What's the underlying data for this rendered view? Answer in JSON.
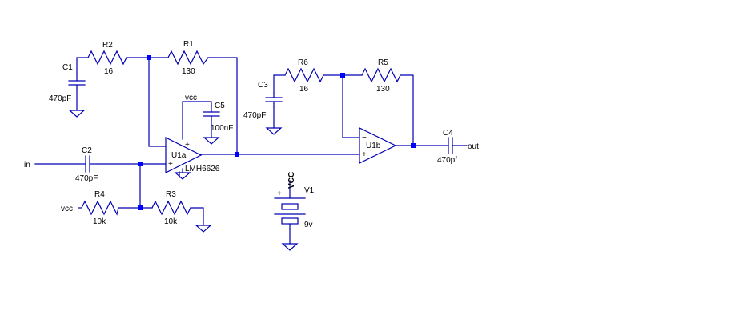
{
  "schematic": {
    "components": {
      "R1": {
        "ref": "R1",
        "value": "130"
      },
      "R2": {
        "ref": "R2",
        "value": "16"
      },
      "R3": {
        "ref": "R3",
        "value": "10k"
      },
      "R4": {
        "ref": "R4",
        "value": "10k"
      },
      "R5": {
        "ref": "R5",
        "value": "130"
      },
      "R6": {
        "ref": "R6",
        "value": "16"
      },
      "C1": {
        "ref": "C1",
        "value": "470pF"
      },
      "C2": {
        "ref": "C2",
        "value": "470pF"
      },
      "C3": {
        "ref": "C3",
        "value": "470pF"
      },
      "C4": {
        "ref": "C4",
        "value": "470pf"
      },
      "C5": {
        "ref": "C5",
        "value": "100nF"
      },
      "U1a": {
        "ref": "U1a",
        "model": "LMH6626"
      },
      "U1b": {
        "ref": "U1b"
      },
      "V1": {
        "ref": "V1",
        "value": "9v"
      }
    },
    "nets": {
      "in": "in",
      "out": "out",
      "vcc_r4": "vcc",
      "vcc_u1a": "vcc",
      "vcc_v1": "VCC"
    },
    "pin_marks": {
      "plus": "+",
      "minus": "−"
    }
  }
}
